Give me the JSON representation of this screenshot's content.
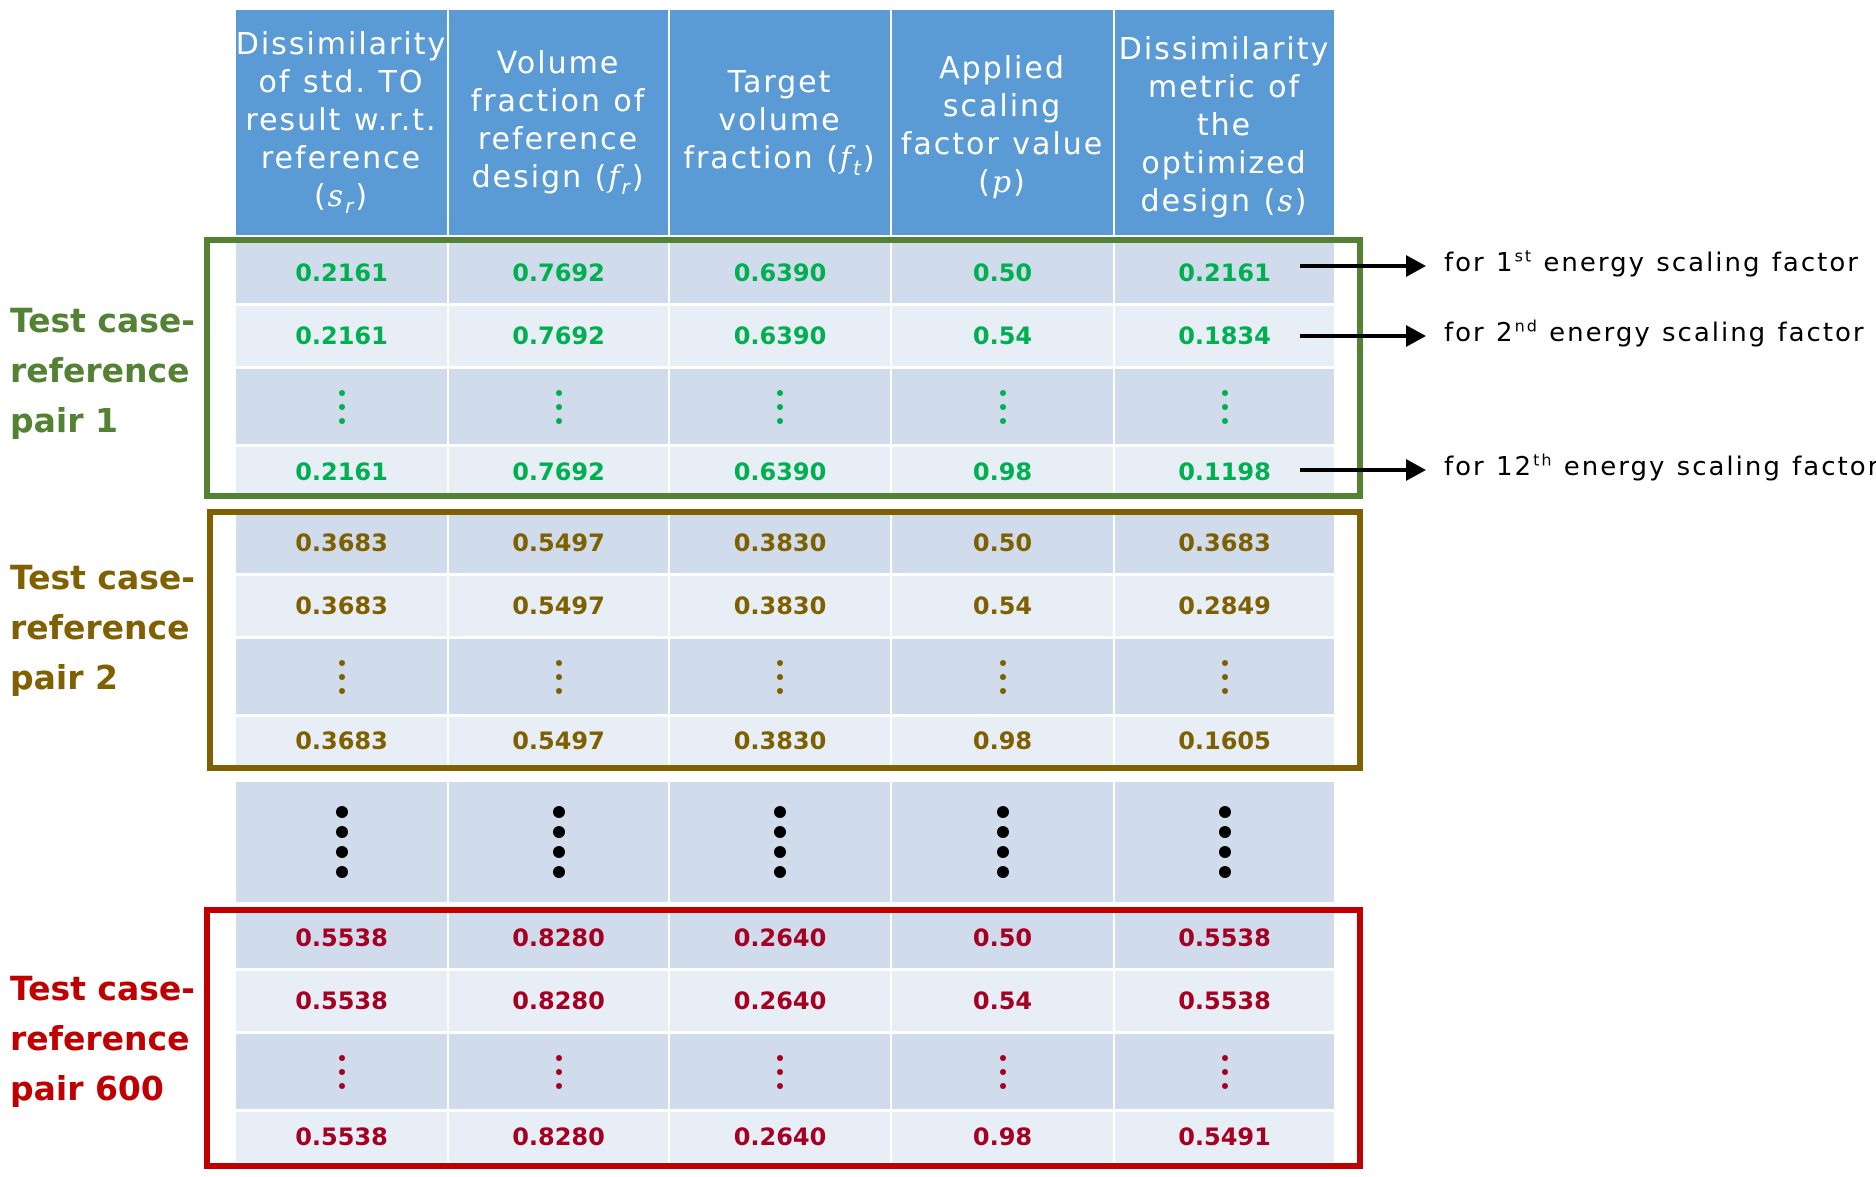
{
  "header": {
    "col1": {
      "text": "Dissimilarity of std. TO result w.r.t. reference",
      "sym": "s",
      "sub": "r"
    },
    "col2": {
      "text": "Volume fraction of reference design",
      "sym": "f",
      "sub": "r"
    },
    "col3": {
      "text": "Target volume fraction",
      "sym": "f",
      "sub": "t"
    },
    "col4": {
      "text": "Applied scaling factor value",
      "sym": "p",
      "sub": ""
    },
    "col5": {
      "text": "Dissimilarity metric of the optimized design",
      "sym": "s",
      "sub": ""
    }
  },
  "groups": [
    {
      "label": "Test case-reference pair 1",
      "color": "#00b050",
      "label_color": "#548235",
      "box_color": "#548235",
      "rows": [
        [
          "0.2161",
          "0.7692",
          "0.6390",
          "0.50",
          "0.2161"
        ],
        [
          "0.2161",
          "0.7692",
          "0.6390",
          "0.54",
          "0.1834"
        ],
        [
          "0.2161",
          "0.7692",
          "0.6390",
          "0.98",
          "0.1198"
        ]
      ]
    },
    {
      "label": "Test case-reference pair 2",
      "color": "#7f6000",
      "label_color": "#806000",
      "box_color": "#806000",
      "rows": [
        [
          "0.3683",
          "0.5497",
          "0.3830",
          "0.50",
          "0.3683"
        ],
        [
          "0.3683",
          "0.5497",
          "0.3830",
          "0.54",
          "0.2849"
        ],
        [
          "0.3683",
          "0.5497",
          "0.3830",
          "0.98",
          "0.1605"
        ]
      ]
    },
    {
      "label": "Test case-reference pair 600",
      "color": "#a50021",
      "label_color": "#c00000",
      "box_color": "#c00000",
      "rows": [
        [
          "0.5538",
          "0.8280",
          "0.2640",
          "0.50",
          "0.5538"
        ],
        [
          "0.5538",
          "0.8280",
          "0.2640",
          "0.54",
          "0.5538"
        ],
        [
          "0.5538",
          "0.8280",
          "0.2640",
          "0.98",
          "0.5491"
        ]
      ]
    }
  ],
  "annotations": [
    {
      "prefix": "for 1",
      "sup": "st",
      "suffix": " energy scaling factor"
    },
    {
      "prefix": "for 2",
      "sup": "nd",
      "suffix": " energy scaling factor"
    },
    {
      "prefix": "for 12",
      "sup": "th",
      "suffix": " energy scaling factor"
    }
  ],
  "colors": {
    "header_bg": "#5b9bd5",
    "band_dark": "#d0dcec",
    "band_light": "#e8eef6"
  }
}
